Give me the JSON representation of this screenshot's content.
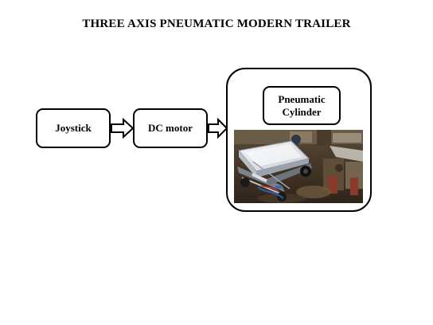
{
  "title": "THREE AXIS PNEUMATIC MODERN TRAILER",
  "blocks": {
    "joystick": "Joystick",
    "dc_motor": "DC motor",
    "pneumatic_cylinder_line1": "Pneumatic",
    "pneumatic_cylinder_line2": "Cylinder"
  },
  "photo": {
    "subject": "trailer-photo"
  },
  "colors": {
    "stroke": "#000000",
    "background": "#ffffff"
  }
}
